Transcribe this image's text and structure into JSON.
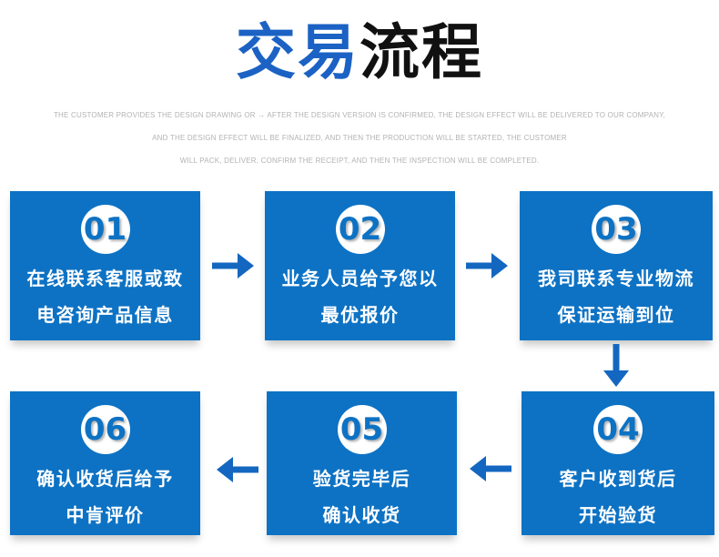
{
  "title": {
    "highlight": "交易",
    "rest": "流程"
  },
  "subtitle": {
    "lines": [
      "THE CUSTOMER PROVIDES THE DESIGN DRAWING OR → AFTER THE DESIGN VERSION IS CONFIRMED, THE DESIGN EFFECT WILL BE DELIVERED TO OUR COMPANY,",
      "AND THE DESIGN EFFECT WILL BE FINALIZED, AND THEN THE PRODUCTION WILL BE STARTED, THE CUSTOMER",
      "WILL PACK, DELIVER, CONFIRM THE RECEIPT, AND THEN THE INSPECTION WILL BE COMPLETED."
    ]
  },
  "steps": [
    {
      "number": "01",
      "line1": "在线联系客服或致",
      "line2": "电咨询产品信息"
    },
    {
      "number": "02",
      "line1": "业务人员给予您以",
      "line2": "最优报价"
    },
    {
      "number": "03",
      "line1": "我司联系专业物流",
      "line2": "保证运输到位"
    },
    {
      "number": "04",
      "line1": "客户收到货后",
      "line2": "开始验货"
    },
    {
      "number": "05",
      "line1": "验货完毕后",
      "line2": "确认收货"
    },
    {
      "number": "06",
      "line1": "确认收货后给予",
      "line2": "中肯评价"
    }
  ],
  "icons": {
    "arrow_right": "→",
    "arrow_left": "←",
    "arrow_down": "↓"
  },
  "colors": {
    "box_blue": "#0d72c4",
    "title_blue": "#1b62c4",
    "title_black": "#111111",
    "arrow_blue": "#1467c0",
    "number_blue": "#0d72c4",
    "subtitle_gray": "#b3b3b3",
    "text_white": "#ffffff"
  }
}
